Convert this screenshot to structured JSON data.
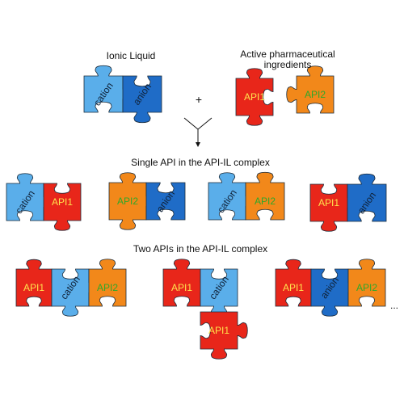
{
  "header": {
    "ionic_liquid": "Ionic Liquid",
    "api_line1": "Active pharmaceutical",
    "api_line2": "ingredients",
    "plus": "+"
  },
  "sections": {
    "single": "Single API in the API-IL complex",
    "two": "Two APIs in the API-IL complex"
  },
  "pieces": {
    "cation": "cation",
    "anion": "anion",
    "api1": "API1",
    "api2": "API2"
  },
  "ellipsis": "...",
  "colors": {
    "cation": "#5aaeea",
    "anion": "#1f6cc7",
    "api1": "#e8261a",
    "api2": "#f2881a",
    "outline": "#1b2b3a",
    "text_dark": "#10233a",
    "text_api1": "#ffe34d",
    "text_api2": "#2fa82a"
  }
}
